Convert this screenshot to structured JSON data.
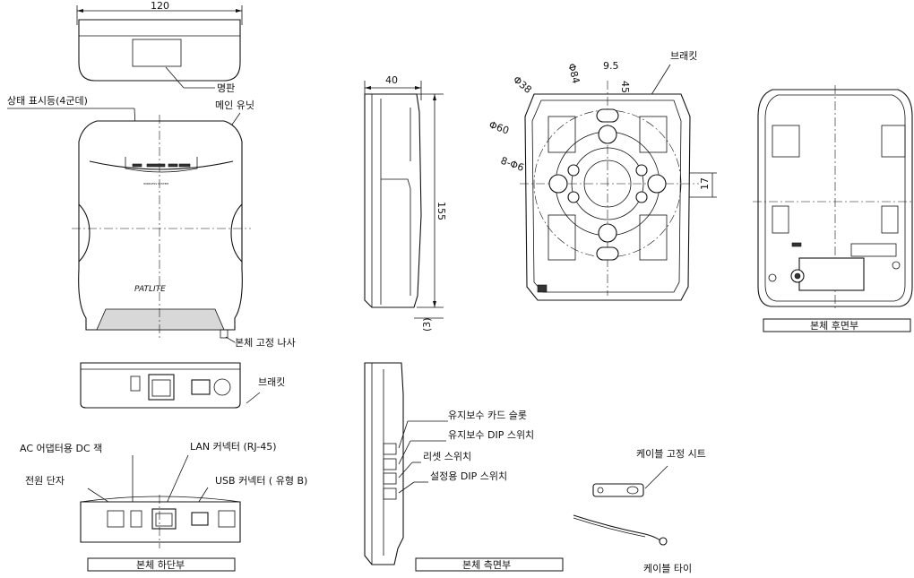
{
  "labels": {
    "nameplate": "명판",
    "main_unit": "메인 유닛",
    "status_led": "상태 표시등(4군데)",
    "fix_screw": "본체 고정 나사",
    "bracket_front": "브래킷",
    "bracket_rear": "브래킷",
    "ac_dc_jack": "AC 어댑터용 DC 잭",
    "power_terminal": "전원 단자",
    "lan_connector": "LAN 커넥터 (RJ-45)",
    "usb_connector": "USB 커넥터 ( 유형 B)",
    "maint_card_slot": "유지보수 카드 슬롯",
    "maint_dip": "유지보수 DIP 스위치",
    "reset_switch": "리셋 스위치",
    "setting_dip": "설정용 DIP 스위치",
    "cable_sheet": "케이블 고정 시트",
    "cable_tie": "케이블 타이",
    "logo": "PATLITE",
    "wireless_text": "WIRELESS SYSTEM"
  },
  "captions": {
    "bottom_view": "본체 하단부",
    "side_view": "본체 측면부",
    "rear_view": "본체 후면부"
  },
  "dimensions": {
    "width_120": "120",
    "depth_40": "40",
    "height_155": "155",
    "offset_3": "(3)",
    "phi38": "Φ38",
    "phi84": "Φ84",
    "phi60": "Φ60",
    "holes_8phi6": "8-Φ6",
    "d_9_5": "9.5",
    "d_45": "45",
    "d_17": "17"
  }
}
